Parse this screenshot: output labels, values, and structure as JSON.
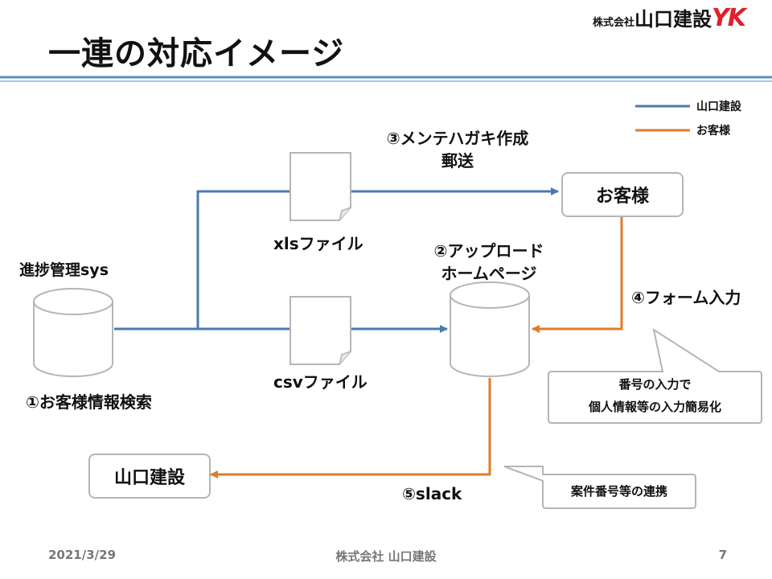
{
  "slide": {
    "title": "一連の対応イメージ",
    "company_small": "株式会社",
    "company_big": "山口建設",
    "company_mark": "YK"
  },
  "legend": [
    {
      "label": "山口建設",
      "color": "#4a7ab0"
    },
    {
      "label": "お客様",
      "color": "#e07b28"
    }
  ],
  "nodes": {
    "system_label": "進捗管理sys",
    "step1": "①お客様情報検索",
    "xls_file": "xlsファイル",
    "csv_file": "csvファイル",
    "step2_line1": "②アップロード",
    "step2_line2": "ホームページ",
    "step3_line1": "③メンテハガキ作成",
    "step3_line2": "郵送",
    "customer_box": "お客様",
    "step4": "④フォーム入力",
    "company_box": "山口建設",
    "step5": "⑤slack"
  },
  "callouts": {
    "form_line1": "番号の入力で",
    "form_line2": "個人情報等の入力簡易化",
    "slack": "案件番号等の連携"
  },
  "footer": {
    "date": "2021/3/29",
    "company": "株式会社 山口建設",
    "page": "7"
  }
}
